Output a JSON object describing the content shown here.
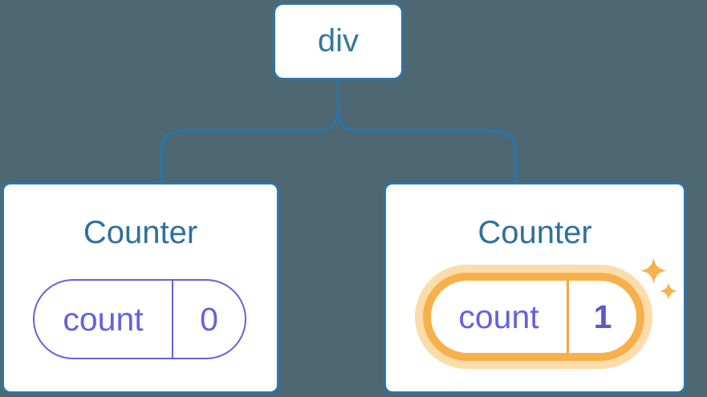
{
  "diagram": {
    "root": {
      "label": "div"
    },
    "children": [
      {
        "title": "Counter",
        "state": {
          "label": "count",
          "value": "0"
        },
        "highlighted": false
      },
      {
        "title": "Counter",
        "state": {
          "label": "count",
          "value": "1"
        },
        "highlighted": true
      }
    ],
    "icons": [
      "sparkle-icon",
      "sparkle-icon"
    ],
    "colors": {
      "background": "#4d6872",
      "connector_blue": "#2e74a8",
      "node_text_blue": "#35779f",
      "title_blue": "#2f709d",
      "state_purple": "#6561dd",
      "state_value_purple": "#5b57cf",
      "highlight_orange": "#f7b04b",
      "highlight_glow": "#fcdcaa",
      "sparkle_orange": "#f7b14d",
      "card_background": "#ffffff"
    }
  }
}
